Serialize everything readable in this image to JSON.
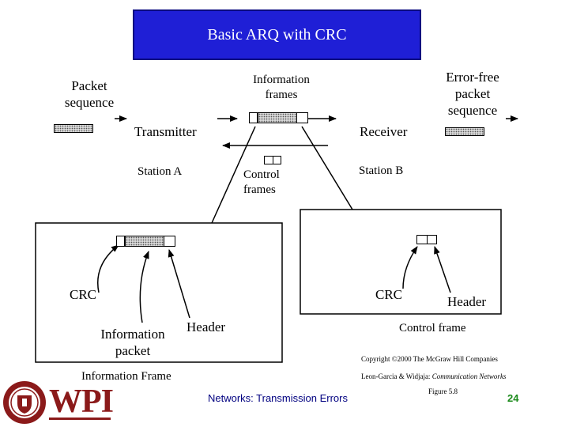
{
  "title": "Basic ARQ with CRC",
  "labels": {
    "packet_sequence": [
      "Packet",
      "sequence"
    ],
    "information_frames": [
      "Information",
      "frames"
    ],
    "error_free": [
      "Error-free",
      "packet",
      "sequence"
    ],
    "transmitter": "Transmitter",
    "receiver": "Receiver",
    "station_a": "Station A",
    "station_b": "Station B",
    "control_frames": [
      "Control",
      "frames"
    ],
    "crc_left": "CRC",
    "crc_right": "CRC",
    "header_right": "Header",
    "header_left": "Header",
    "information_packet": [
      "Information",
      "packet"
    ],
    "control_frame": "Control frame",
    "information_frame": "Information Frame"
  },
  "footer": {
    "copyright": "Copyright ©2000 The McGraw Hill Companies",
    "authors": "Leon-Garcia & Widjaja: ",
    "book": "Communication Networks",
    "figure": "Figure 5.8",
    "course_title": "Networks: Transmission Errors",
    "page_number": "24",
    "logo_text": "WPI"
  },
  "colors": {
    "title_bg": "#1f1fd6",
    "footer_title": "#000080",
    "page_number": "#1a8a1a",
    "logo": "#8b1a1a"
  }
}
